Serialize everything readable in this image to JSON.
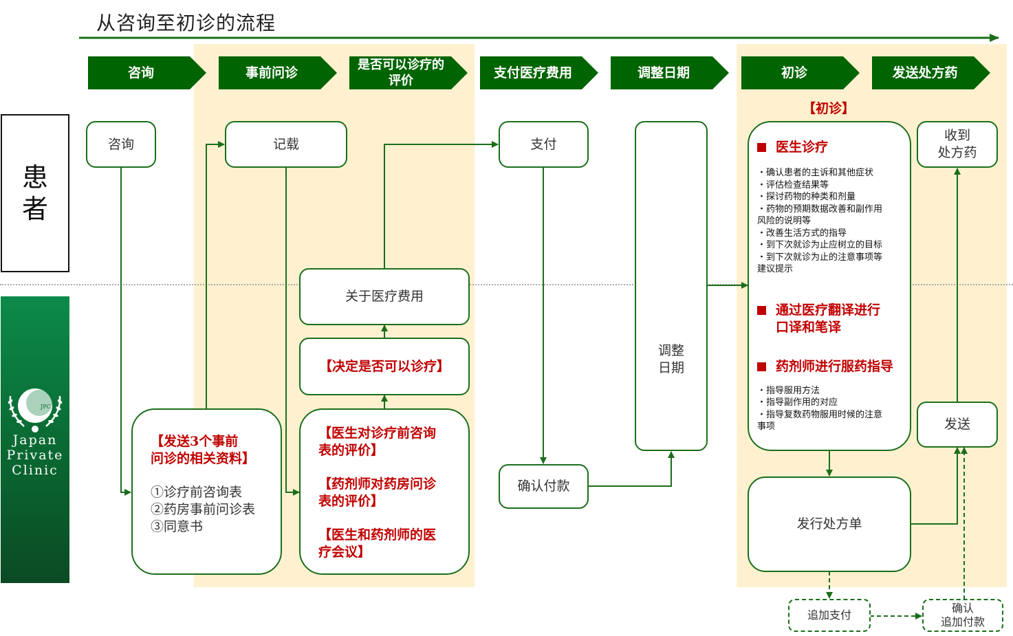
{
  "title": "从咨询至初诊的流程",
  "phases": [
    {
      "label": "咨询"
    },
    {
      "label": "事前问诊"
    },
    {
      "label": "是否可以诊疗的评价"
    },
    {
      "label": "支付医疗费用"
    },
    {
      "label": "调整日期"
    },
    {
      "label": "初诊"
    },
    {
      "label": "发送处方药"
    }
  ],
  "first_visit_tag": "【初诊】",
  "lanes": {
    "patient": {
      "line1": "患",
      "line2": "者"
    },
    "clinic": {
      "line1": "Japan",
      "line2": "Private",
      "line3": "Clinic",
      "emblem_text": "JPC"
    }
  },
  "patient_boxes": {
    "consult": "咨询",
    "fill_in": "记载",
    "pay": "支付",
    "schedule": {
      "line1": "调整",
      "line2": "日期"
    },
    "receive_rx": {
      "line1": "收到",
      "line2": "处方药"
    }
  },
  "clinic_boxes": {
    "send_docs": {
      "heading_line1": "【发送3个事前",
      "heading_line2": "问诊的相关资料】",
      "items": [
        "①诊疗前咨询表",
        "②药房事前问诊表",
        "③同意书"
      ]
    },
    "evaluation": {
      "items": [
        {
          "line1": "【医生对诊疗前咨询",
          "line2": "表的评价】"
        },
        {
          "line1": "【药剂师对药房问诊",
          "line2": "表的评价】"
        },
        {
          "line1": "【医生和药剂师的医",
          "line2": "疗会议】"
        }
      ]
    },
    "decide": "【决定是否可以诊疗】",
    "about_fee": "关于医疗费用",
    "confirm_payment": "确认付款",
    "issue_rx": "发行处方单",
    "ship": "发送",
    "extra_pay": "追加支付",
    "confirm_extra": {
      "line1": "确认",
      "line2": "追加付款"
    }
  },
  "first_visit_box": {
    "sections": [
      {
        "heading": "医生诊疗",
        "items": [
          "・确认患者的主诉和其他症状",
          "・评估检查结果等",
          "・探讨药物的种类和剂量",
          "・药物的预期数据改善和副作用",
          "风险的说明等",
          "・改善生活方式的指导",
          "・到下次就诊为止应树立的目标",
          "・到下次就诊为止的注意事项等",
          "建议提示"
        ]
      },
      {
        "heading_line1": "通过医疗翻译进行",
        "heading_line2": "口译和笔译"
      },
      {
        "heading": "药剂师进行服药指导",
        "items": [
          "・指导服用方法",
          "・指导副作用的对应",
          "・指导复数药物服用时候的注意",
          "事项"
        ]
      }
    ]
  },
  "colors": {
    "brand_green": "#006400",
    "line_green": "#1a6e1a",
    "highlight": "#c00000",
    "band": "#fff1cf"
  }
}
